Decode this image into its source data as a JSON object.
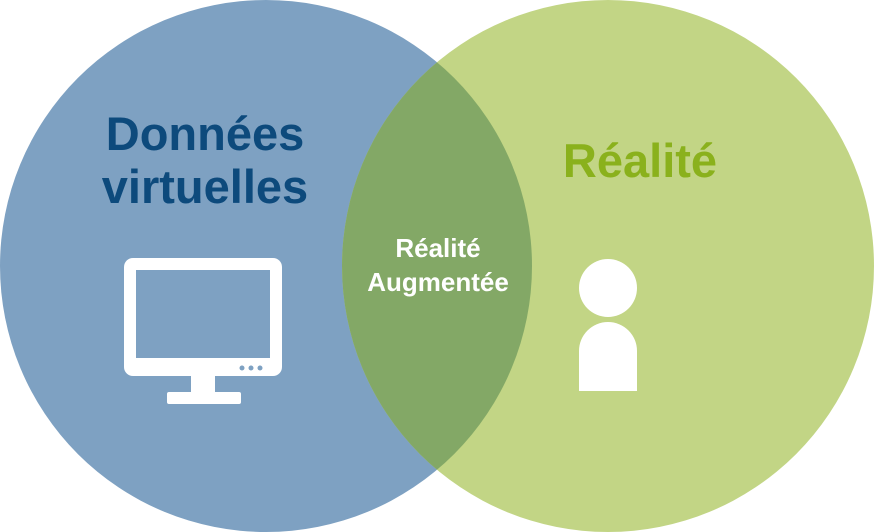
{
  "venn": {
    "left": {
      "line1": "Données",
      "line2": "virtuelles",
      "icon": "computer-monitor-icon",
      "color": "#7ea1c2",
      "text_color": "#0d4a7c"
    },
    "right": {
      "label": "Réalité",
      "icon": "person-icon",
      "color": "#c2d585",
      "text_color": "#8ab11c"
    },
    "overlap": {
      "line1": "Réalité",
      "line2": "Augmentée",
      "color": "#83a866",
      "text_color": "#ffffff"
    }
  }
}
